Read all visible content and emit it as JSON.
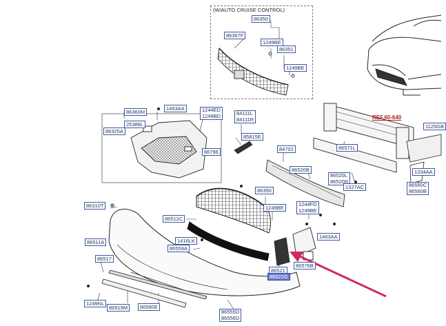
{
  "inset": {
    "title": "(W/AUTO CRUISE CONTROL)"
  },
  "reference": "REF.60-640",
  "colors": {
    "label_border": "#3c56a0",
    "label_text": "#1c2f5e",
    "highlight": "#6f7fd0",
    "arrow": "#d2285c",
    "reference": "#b01d1d"
  },
  "labels": {
    "p86350_top": "86350",
    "p86367F": "86367F",
    "p1249BE_a": "1249BE",
    "p86351_top": "86351",
    "p1249BE_b": "1249BE",
    "p86360M": "86360M",
    "p1463AA_a": "1463AA",
    "p1244ED_a": "1244ED",
    "p1249BD": "1249BD",
    "p25388L": "25388L",
    "p86325A": "86325A",
    "p84111L": "84111L",
    "p84111R": "84111R",
    "p85815E": "85815E",
    "p86796": "86796",
    "p84702": "84702",
    "p86571L": "86571L",
    "p86520B": "86520B",
    "p86520L": "86520L",
    "p86520R": "86520R",
    "p1327AC": "1327AC",
    "p1125GB": "1125GB",
    "p1334AA": "1334AA",
    "p86550C": "86550C",
    "p86560B": "86560B",
    "p86350_mid": "86350",
    "p1249BE_c": "1249BE",
    "p1244FD": "1244FD",
    "p1249BE_d": "1249BE",
    "p86310T": "86310T",
    "p86512C": "86512C",
    "p1463AA_b": "1463AA",
    "p86511A": "86511A",
    "p1416LK": "1416LK",
    "p86559A": "86559A",
    "p86517": "86517",
    "p86576B": "86576B",
    "p86521": "86521",
    "p86522G": "86522G",
    "p1249NL": "1249NL",
    "p86519M": "86519M",
    "p86590E": "86590E",
    "p86555D": "86555D",
    "p86556D": "86556D"
  }
}
